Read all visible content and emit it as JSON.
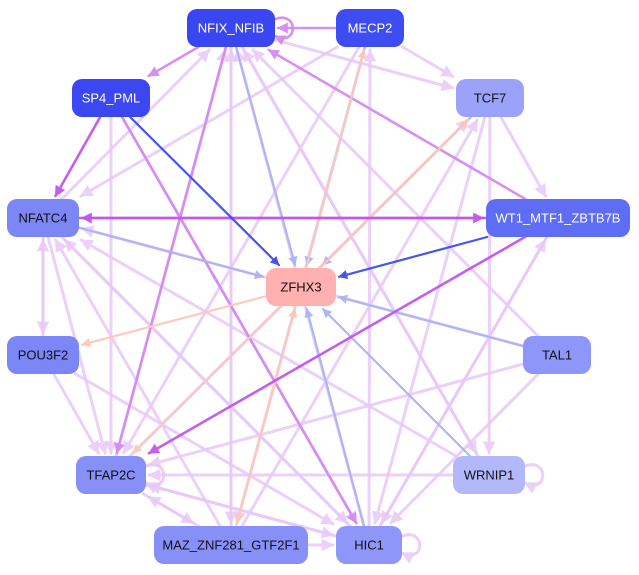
{
  "graph": {
    "nodes": [
      {
        "id": "NFIX_NFIB",
        "label": "NFIX_NFIB",
        "fill": "#3a46f2",
        "text_color": "#ffffff"
      },
      {
        "id": "MECP2",
        "label": "MECP2",
        "fill": "#3e4cf4",
        "text_color": "#ffffff"
      },
      {
        "id": "SP4_PML",
        "label": "SP4_PML",
        "fill": "#3b47f2",
        "text_color": "#ffffff"
      },
      {
        "id": "TCF7",
        "label": "TCF7",
        "fill": "#9aa2fa",
        "text_color": "#111111"
      },
      {
        "id": "NFATC4",
        "label": "NFATC4",
        "fill": "#7c86f7",
        "text_color": "#111111"
      },
      {
        "id": "WT1_MTF1_ZBTB7B",
        "label": "WT1_MTF1_ZBTB7B",
        "fill": "#5e6cf6",
        "text_color": "#ffffff"
      },
      {
        "id": "ZFHX3",
        "label": "ZFHX3",
        "fill": "#ffb0b0",
        "text_color": "#111111"
      },
      {
        "id": "POU3F2",
        "label": "POU3F2",
        "fill": "#7c86f7",
        "text_color": "#111111"
      },
      {
        "id": "TAL1",
        "label": "TAL1",
        "fill": "#8e96f9",
        "text_color": "#111111"
      },
      {
        "id": "TFAP2C",
        "label": "TFAP2C",
        "fill": "#8790f8",
        "text_color": "#111111"
      },
      {
        "id": "WRNIP1",
        "label": "WRNIP1",
        "fill": "#b3b8fb",
        "text_color": "#111111"
      },
      {
        "id": "MAZ_ZNF281_GTF2F1",
        "label": "MAZ_ZNF281_GTF2F1",
        "fill": "#8790f8",
        "text_color": "#111111"
      },
      {
        "id": "HIC1",
        "label": "HIC1",
        "fill": "#8e96f9",
        "text_color": "#111111"
      }
    ],
    "colors": {
      "light_violet": "#e8c8f8",
      "medium_violet": "#d58af2",
      "strong_violet": "#c455ee",
      "blue": "#3a4cf0",
      "periwinkle": "#aab4f4",
      "peach": "#ffc8b8"
    },
    "edges": [
      {
        "from": "NFIX_NFIB",
        "to": "NFIX_NFIB",
        "color": "medium_violet",
        "loop": true
      },
      {
        "from": "MECP2",
        "to": "NFIX_NFIB",
        "color": "medium_violet"
      },
      {
        "from": "NFIX_NFIB",
        "to": "SP4_PML",
        "color": "medium_violet"
      },
      {
        "from": "NFIX_NFIB",
        "to": "TCF7",
        "color": "light_violet"
      },
      {
        "from": "MECP2",
        "to": "TCF7",
        "color": "light_violet"
      },
      {
        "from": "SP4_PML",
        "to": "NFATC4",
        "color": "strong_violet"
      },
      {
        "from": "SP4_PML",
        "to": "ZFHX3",
        "color": "blue"
      },
      {
        "from": "SP4_PML",
        "to": "TFAP2C",
        "color": "light_violet"
      },
      {
        "from": "SP4_PML",
        "to": "HIC1",
        "color": "light_violet"
      },
      {
        "from": "NFIX_NFIB",
        "to": "ZFHX3",
        "color": "periwinkle"
      },
      {
        "from": "MECP2",
        "to": "ZFHX3",
        "color": "periwinkle"
      },
      {
        "from": "ZFHX3",
        "to": "MECP2",
        "color": "peach"
      },
      {
        "from": "TCF7",
        "to": "ZFHX3",
        "color": "periwinkle"
      },
      {
        "from": "ZFHX3",
        "to": "TCF7",
        "color": "peach"
      },
      {
        "from": "WT1_MTF1_ZBTB7B",
        "to": "NFIX_NFIB",
        "color": "medium_violet"
      },
      {
        "from": "WT1_MTF1_ZBTB7B",
        "to": "ZFHX3",
        "color": "blue"
      },
      {
        "from": "WT1_MTF1_ZBTB7B",
        "to": "NFATC4",
        "color": "strong_violet"
      },
      {
        "from": "NFATC4",
        "to": "WT1_MTF1_ZBTB7B",
        "color": "strong_violet"
      },
      {
        "from": "WT1_MTF1_ZBTB7B",
        "to": "TFAP2C",
        "color": "strong_violet"
      },
      {
        "from": "TCF7",
        "to": "WT1_MTF1_ZBTB7B",
        "color": "light_violet"
      },
      {
        "from": "NFATC4",
        "to": "ZFHX3",
        "color": "periwinkle"
      },
      {
        "from": "NFATC4",
        "to": "POU3F2",
        "color": "light_violet"
      },
      {
        "from": "POU3F2",
        "to": "NFATC4",
        "color": "light_violet"
      },
      {
        "from": "NFATC4",
        "to": "TFAP2C",
        "color": "light_violet"
      },
      {
        "from": "NFATC4",
        "to": "HIC1",
        "color": "light_violet"
      },
      {
        "from": "NFATC4",
        "to": "NFIX_NFIB",
        "color": "light_violet"
      },
      {
        "from": "MECP2",
        "to": "NFATC4",
        "color": "light_violet"
      },
      {
        "from": "ZFHX3",
        "to": "POU3F2",
        "color": "peach"
      },
      {
        "from": "TAL1",
        "to": "ZFHX3",
        "color": "periwinkle"
      },
      {
        "from": "TAL1",
        "to": "TFAP2C",
        "color": "light_violet"
      },
      {
        "from": "TAL1",
        "to": "NFIX_NFIB",
        "color": "light_violet"
      },
      {
        "from": "TAL1",
        "to": "NFATC4",
        "color": "light_violet"
      },
      {
        "from": "TFAP2C",
        "to": "TFAP2C",
        "color": "light_violet",
        "loop": true
      },
      {
        "from": "ZFHX3",
        "to": "TFAP2C",
        "color": "peach"
      },
      {
        "from": "TFAP2C",
        "to": "NFIX_NFIB",
        "color": "light_violet"
      },
      {
        "from": "TFAP2C",
        "to": "HIC1",
        "color": "light_violet"
      },
      {
        "from": "TFAP2C",
        "to": "TCF7",
        "color": "light_violet"
      },
      {
        "from": "WRNIP1",
        "to": "WRNIP1",
        "color": "light_violet",
        "loop": true
      },
      {
        "from": "WRNIP1",
        "to": "ZFHX3",
        "color": "periwinkle"
      },
      {
        "from": "WRNIP1",
        "to": "NFIX_NFIB",
        "color": "light_violet"
      },
      {
        "from": "WRNIP1",
        "to": "NFATC4",
        "color": "light_violet"
      },
      {
        "from": "WRNIP1",
        "to": "TFAP2C",
        "color": "light_violet"
      },
      {
        "from": "TCF7",
        "to": "WRNIP1",
        "color": "light_violet"
      },
      {
        "from": "MAZ_ZNF281_GTF2F1",
        "to": "ZFHX3",
        "color": "peach"
      },
      {
        "from": "ZFHX3",
        "to": "MAZ_ZNF281_GTF2F1",
        "color": "peach"
      },
      {
        "from": "MAZ_ZNF281_GTF2F1",
        "to": "NFIX_NFIB",
        "color": "light_violet"
      },
      {
        "from": "MAZ_ZNF281_GTF2F1",
        "to": "TFAP2C",
        "color": "light_violet"
      },
      {
        "from": "MAZ_ZNF281_GTF2F1",
        "to": "HIC1",
        "color": "light_violet"
      },
      {
        "from": "MAZ_ZNF281_GTF2F1",
        "to": "NFATC4",
        "color": "light_violet"
      },
      {
        "from": "MAZ_ZNF281_GTF2F1",
        "to": "TCF7",
        "color": "light_violet"
      },
      {
        "from": "HIC1",
        "to": "HIC1",
        "color": "light_violet",
        "loop": true
      },
      {
        "from": "HIC1",
        "to": "ZFHX3",
        "color": "periwinkle"
      },
      {
        "from": "HIC1",
        "to": "NFIX_NFIB",
        "color": "light_violet"
      },
      {
        "from": "HIC1",
        "to": "TFAP2C",
        "color": "light_violet"
      },
      {
        "from": "HIC1",
        "to": "NFATC4",
        "color": "light_violet"
      },
      {
        "from": "HIC1",
        "to": "MECP2",
        "color": "light_violet"
      },
      {
        "from": "HIC1",
        "to": "WT1_MTF1_ZBTB7B",
        "color": "light_violet"
      },
      {
        "from": "SP4_PML",
        "to": "HIC1",
        "color": "medium_violet"
      },
      {
        "from": "POU3F2",
        "to": "HIC1",
        "color": "light_violet"
      },
      {
        "from": "POU3F2",
        "to": "TFAP2C",
        "color": "light_violet"
      },
      {
        "from": "NFIX_NFIB",
        "to": "MAZ_ZNF281_GTF2F1",
        "color": "light_violet"
      },
      {
        "from": "MECP2",
        "to": "TFAP2C",
        "color": "light_violet"
      },
      {
        "from": "MECP2",
        "to": "MAZ_ZNF281_GTF2F1",
        "color": "light_violet"
      },
      {
        "from": "NFIX_NFIB",
        "to": "TFAP2C",
        "color": "medium_violet"
      },
      {
        "from": "NFIX_NFIB",
        "to": "WRNIP1",
        "color": "light_violet"
      },
      {
        "from": "TCF7",
        "to": "HIC1",
        "color": "light_violet"
      },
      {
        "from": "WT1_MTF1_ZBTB7B",
        "to": "HIC1",
        "color": "light_violet"
      },
      {
        "from": "TAL1",
        "to": "HIC1",
        "color": "light_violet"
      },
      {
        "from": "TFAP2C",
        "to": "MAZ_ZNF281_GTF2F1",
        "color": "light_violet"
      }
    ]
  }
}
